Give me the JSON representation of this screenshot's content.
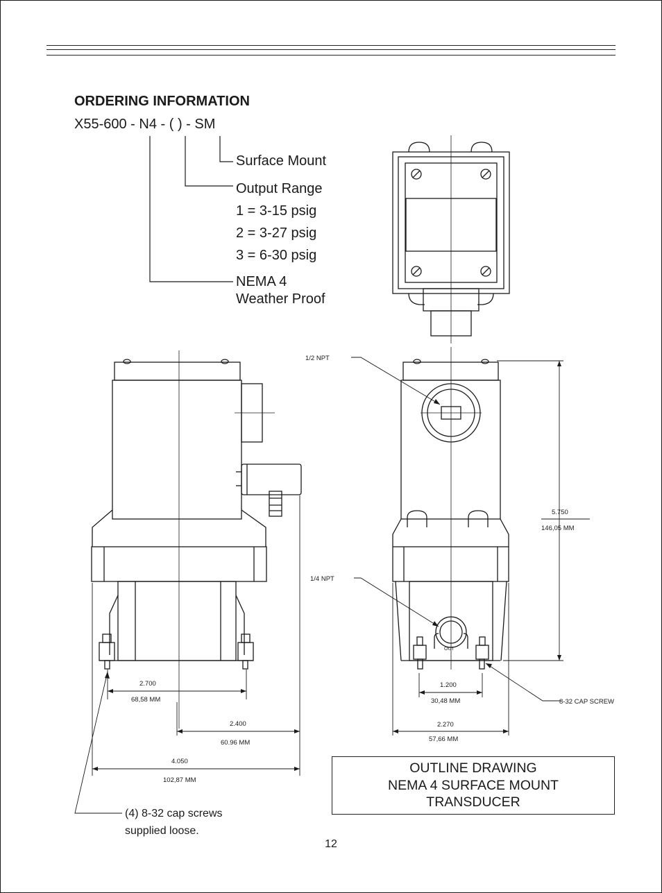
{
  "ordering": {
    "heading": "ORDERING INFORMATION",
    "model": "X55-600 - N4 - (    ) - SM",
    "options": {
      "surface_mount": "Surface Mount",
      "output_range_title": "Output Range",
      "ranges": [
        "1 = 3-15 psig",
        "2 = 3-27 psig",
        "3 = 6-30 psig"
      ],
      "nema_line1": "NEMA 4",
      "nema_line2": "Weather Proof"
    }
  },
  "callouts": {
    "npt_half": "1/2 NPT",
    "npt_quarter": "1/4 NPT",
    "cap_screw": "8-32 CAP SCREW",
    "out_label": "OUT"
  },
  "dimensions": {
    "d_2700": {
      "inch": "2.700",
      "mm": "68,58 MM"
    },
    "d_2400": {
      "inch": "2.400",
      "mm": "60.96 MM"
    },
    "d_4050": {
      "inch": "4.050",
      "mm": "102,87 MM"
    },
    "d_1200": {
      "inch": "1.200",
      "mm": "30,48 MM"
    },
    "d_2270": {
      "inch": "2.270",
      "mm": "57,66 MM"
    },
    "d_5750": {
      "inch": "5.750",
      "mm": "146,05 MM"
    }
  },
  "title_box": {
    "line1": "OUTLINE DRAWING",
    "line2": "NEMA 4 SURFACE MOUNT",
    "line3": "TRANSDUCER"
  },
  "note": {
    "line1": "(4) 8-32 cap screws",
    "line2": "supplied loose."
  },
  "page_number": "12"
}
